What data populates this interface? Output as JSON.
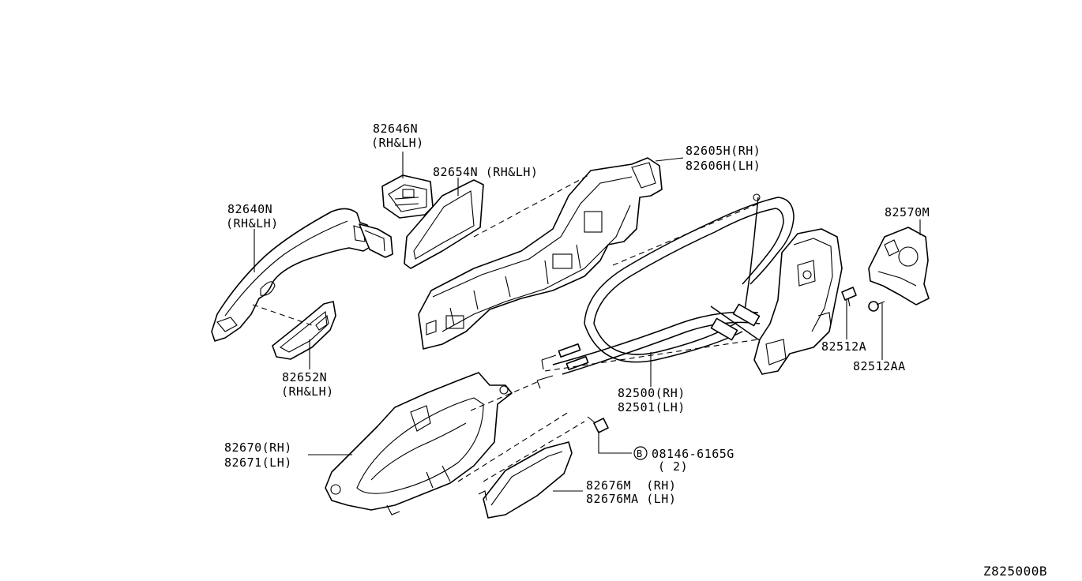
{
  "diagram_code": "Z825000B",
  "bolt_marker": "B",
  "parts": [
    {
      "id": "p82646N",
      "lines": [
        "82646N",
        "(RH&LH)"
      ]
    },
    {
      "id": "p82654N",
      "lines": [
        "82654N (RH&LH)"
      ]
    },
    {
      "id": "p82605H",
      "lines": [
        "82605H(RH)",
        "82606H(LH)"
      ]
    },
    {
      "id": "p82640N",
      "lines": [
        "82640N",
        "(RH&LH)"
      ]
    },
    {
      "id": "p82570M",
      "lines": [
        "82570M"
      ]
    },
    {
      "id": "p82652N",
      "lines": [
        "82652N",
        "(RH&LH)"
      ]
    },
    {
      "id": "p82512A",
      "lines": [
        "82512A"
      ]
    },
    {
      "id": "p82512AA",
      "lines": [
        "82512AA"
      ]
    },
    {
      "id": "p82500",
      "lines": [
        "82500(RH)",
        "82501(LH)"
      ]
    },
    {
      "id": "p82670",
      "lines": [
        "82670(RH)",
        "82671(LH)"
      ]
    },
    {
      "id": "p08146",
      "lines": [
        "08146-6165G",
        "( 2)"
      ]
    },
    {
      "id": "p82676M",
      "lines": [
        "82676M  (RH)",
        "82676MA (LH)"
      ]
    }
  ]
}
